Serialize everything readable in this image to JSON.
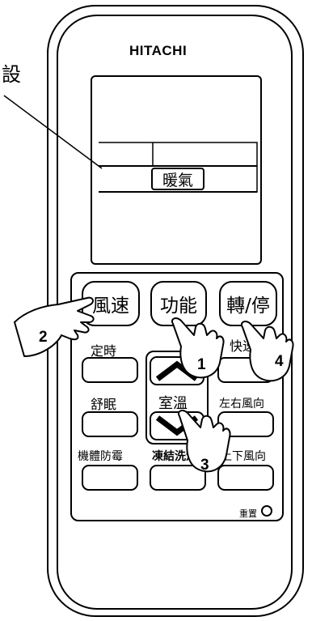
{
  "brand": "HITACHI",
  "callout_text": "設",
  "lcd": {
    "mode_label": "暖氣"
  },
  "buttons": {
    "fan_speed": "風速",
    "function": "功能",
    "on_off": "轉/停"
  },
  "labels": {
    "timer": "定時",
    "quick": "快速",
    "sleep": "舒眠",
    "room_temp": "室溫",
    "swing_lr": "左右風向",
    "mold_proof": "機體防霉",
    "freeze_clean": "凍結洗淨",
    "swing_ud": "上下風向",
    "reset": "重置"
  },
  "steps": [
    "1",
    "2",
    "3",
    "4"
  ]
}
